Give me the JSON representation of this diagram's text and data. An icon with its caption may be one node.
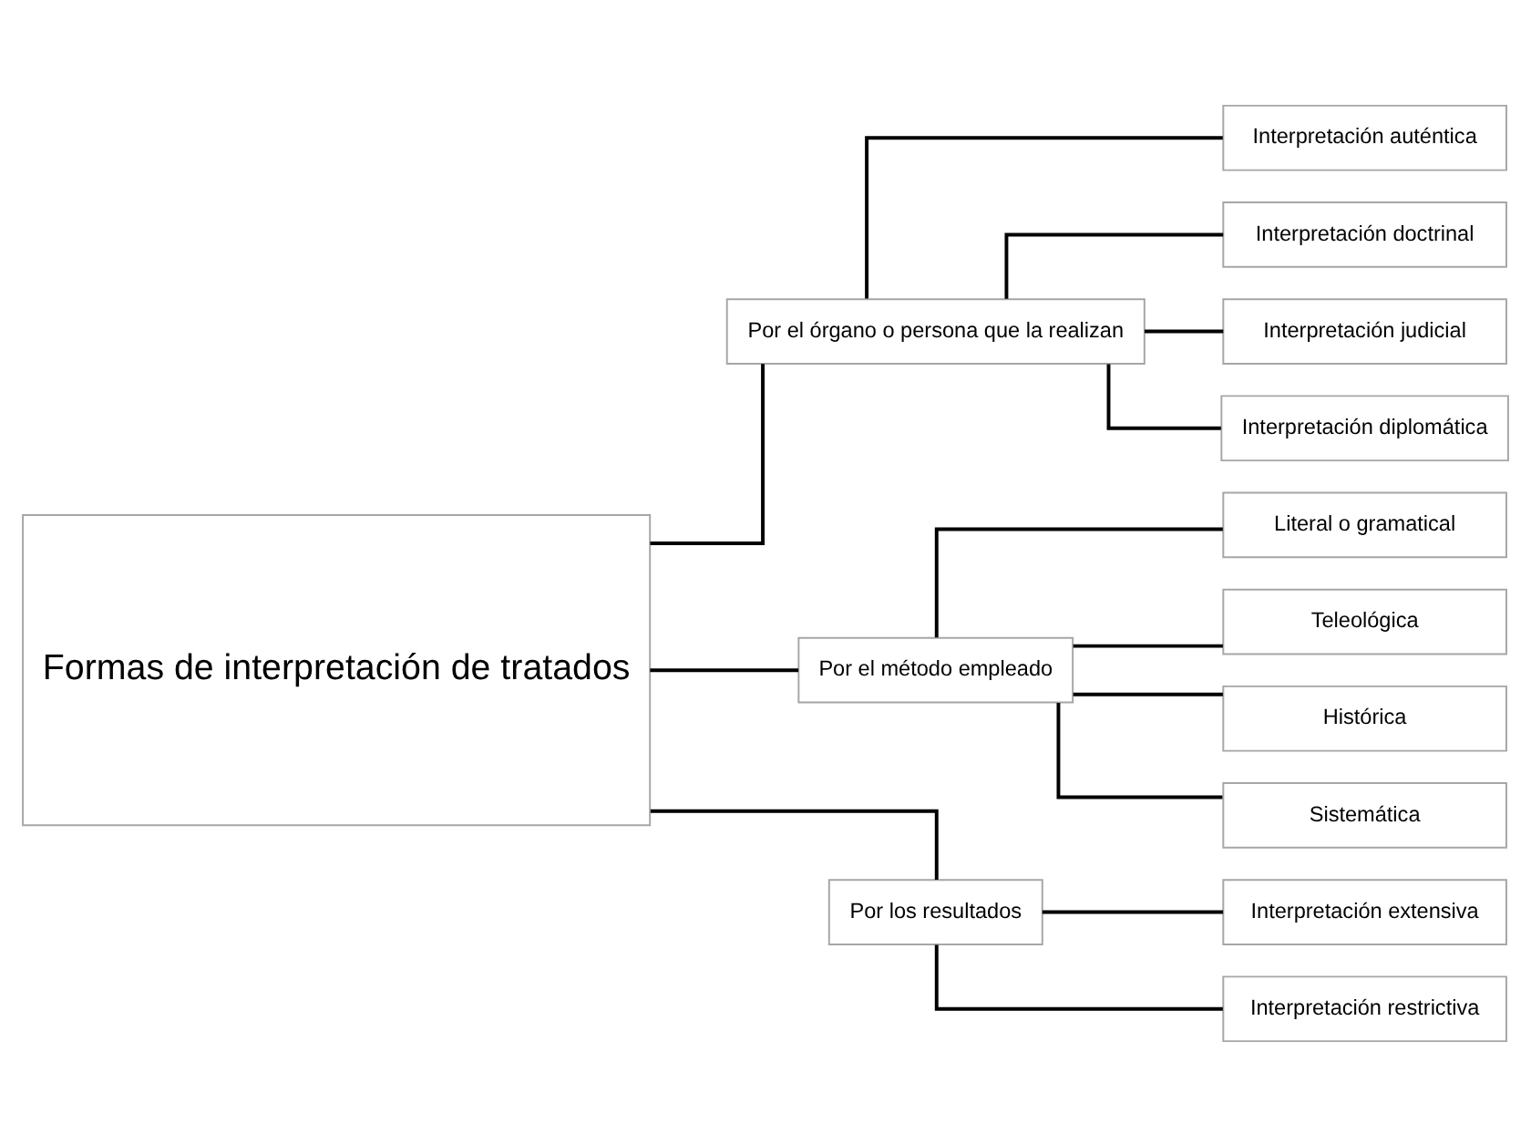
{
  "diagram": {
    "nodes": [
      {
        "text": [
          "Formas de interpretación de tratados"
        ]
      },
      {
        "text": [
          "Por el órgano o persona que la realizan"
        ]
      },
      {
        "text": [
          "Interpretación auténtica"
        ]
      },
      {
        "text": [
          "Interpretación doctrinal"
        ]
      },
      {
        "text": [
          "Interpretación judicial"
        ]
      },
      {
        "text": [
          "Interpretación diplomática"
        ]
      },
      {
        "text": [
          "Por el método empleado"
        ]
      },
      {
        "text": [
          "Literal o gramatical"
        ]
      },
      {
        "text": [
          "Teleológica"
        ]
      },
      {
        "text": [
          "Histórica"
        ]
      },
      {
        "text": [
          "Sistemática"
        ]
      },
      {
        "text": [
          "Por los resultados"
        ]
      },
      {
        "text": [
          "Interpretación extensiva"
        ]
      },
      {
        "text": [
          "Interpretación restrictiva"
        ]
      }
    ],
    "edges": [
      {
        "from": 0,
        "to": 1,
        "arrow": "none"
      },
      {
        "from": 0,
        "to": 6,
        "arrow": "none"
      },
      {
        "from": 0,
        "to": 11,
        "arrow": "none"
      },
      {
        "from": 1,
        "to": 2,
        "arrow": "none"
      },
      {
        "from": 1,
        "to": 3,
        "arrow": "none"
      },
      {
        "from": 1,
        "to": 4,
        "arrow": "none"
      },
      {
        "from": 1,
        "to": 5,
        "arrow": "none"
      },
      {
        "from": 6,
        "to": 7,
        "arrow": "none"
      },
      {
        "from": 6,
        "to": 8,
        "arrow": "none"
      },
      {
        "from": 6,
        "to": 9,
        "arrow": "none"
      },
      {
        "from": 6,
        "to": 10,
        "arrow": "none"
      },
      {
        "from": 11,
        "to": 12,
        "arrow": "none"
      },
      {
        "from": 11,
        "to": 13,
        "arrow": "none"
      }
    ]
  }
}
